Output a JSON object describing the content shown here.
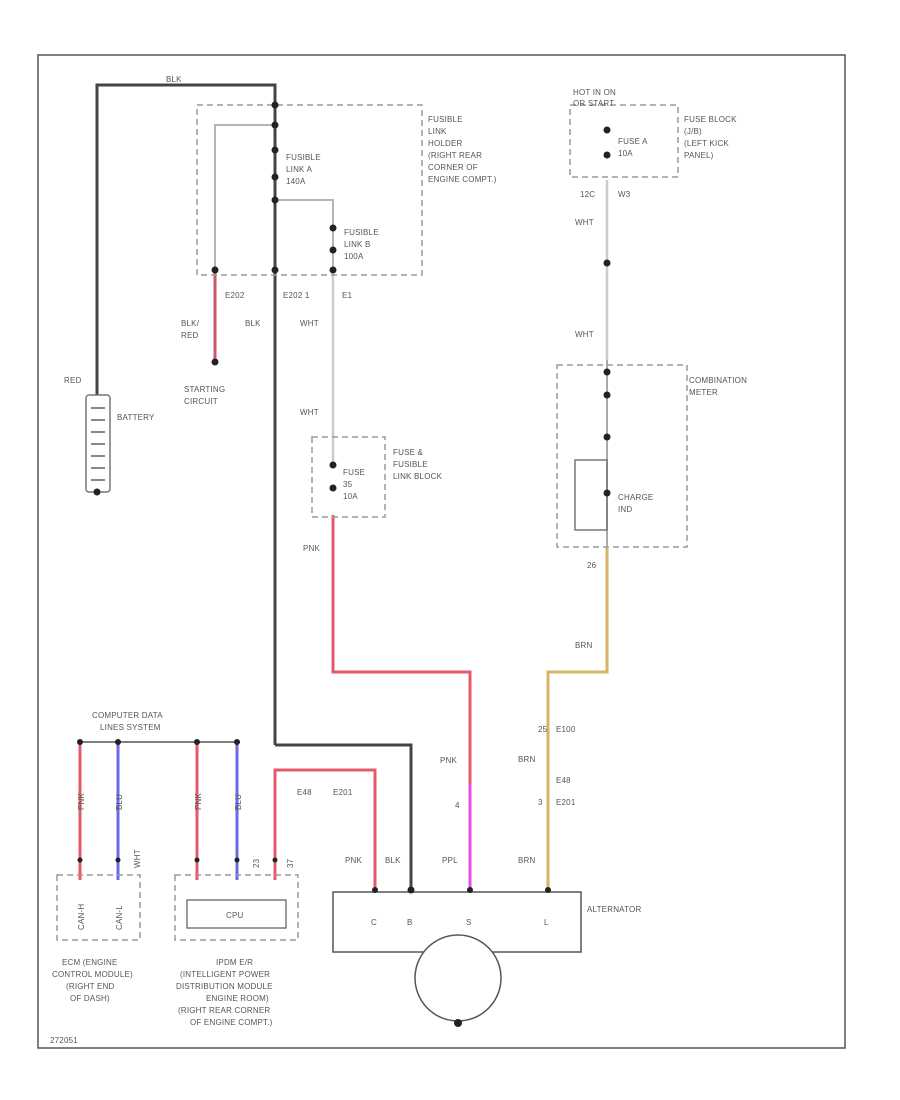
{
  "diagram": {
    "battery_fuse_label": "BLK",
    "fusible_link_holder": [
      "FUSIBLE",
      "LINK",
      "HOLDER",
      "(RIGHT REAR",
      "CORNER OF",
      "ENGINE COMPT.)"
    ],
    "fusible_link_a": [
      "FUSIBLE",
      "LINK A",
      "140A"
    ],
    "fusible_link_b": [
      "FUSIBLE",
      "LINK B",
      "100A"
    ],
    "connectors_top": {
      "e202_left": "E202",
      "e202_1": "E202 1",
      "e1": "E1"
    },
    "wire_blk_red": [
      "BLK/",
      "RED"
    ],
    "wire_blk": "BLK",
    "wire_wht": "WHT",
    "starting_circuit": [
      "STARTING",
      "CIRCUIT"
    ],
    "battery": "BATTERY",
    "battery_terminal": "RED",
    "fuse_block_engine": [
      "FUSE &",
      "FUSIBLE",
      "LINK BLOCK"
    ],
    "fuse_35": [
      "FUSE",
      "35",
      "10A"
    ],
    "wire_pnk": "PNK",
    "hot_in_run": [
      "HOT IN ON",
      "OR START"
    ],
    "fuse_a": [
      "FUSE A",
      "10A"
    ],
    "fuse_block_dash": [
      "FUSE BLOCK",
      "(J/B)",
      "(LEFT KICK",
      "PANEL)"
    ],
    "conn_12c": "12C",
    "conn_w3": "W3",
    "combination_meter": [
      "COMBINATION",
      "METER"
    ],
    "charge_ind": [
      "CHARGE",
      "IND"
    ],
    "pin_26": "26",
    "wire_brn": "BRN",
    "computer_data": [
      "COMPUTER DATA",
      "LINES SYSTEM"
    ],
    "conn_25": "25",
    "conn_e100": "E100",
    "conn_3": "3",
    "conn_e201": "E201",
    "conn_e48": "E48",
    "wire_pnk_blk": "PNK",
    "ecm_wires": [
      "PNK",
      "BLU",
      "WHT"
    ],
    "ipdm_wires": [
      "PNK",
      "BLU",
      "23",
      "37"
    ],
    "ecm_pins": [
      "CAN-H",
      "CAN-L"
    ],
    "ecm_label": [
      "ECM (ENGINE",
      "CONTROL MODULE)",
      "(RIGHT END",
      "OF DASH)"
    ],
    "ipdm_box_label": "CPU",
    "ipdm_label": [
      "IPDM E/R",
      "(INTELLIGENT POWER",
      "DISTRIBUTION MODULE",
      "ENGINE ROOM)",
      "(RIGHT REAR CORNER",
      "OF ENGINE COMPT.)"
    ],
    "alt_wires": [
      "PNK",
      "BLK",
      "PPL",
      "BRN"
    ],
    "alt_terminals": [
      "C",
      "B",
      "S",
      "L"
    ],
    "alternator": "ALTERNATOR",
    "wire_ppl": "PPL",
    "pin_4": "4",
    "footer_code": "272051"
  },
  "colors": {
    "black_wire": "#444444",
    "red_wire": "#e5596b",
    "pink_wire": "#e04f86",
    "blue_wire": "#6a6ae6",
    "brown_wire": "#d9b36a",
    "violet_wire": "#e64fe6",
    "white_wire": "#cccccc"
  }
}
